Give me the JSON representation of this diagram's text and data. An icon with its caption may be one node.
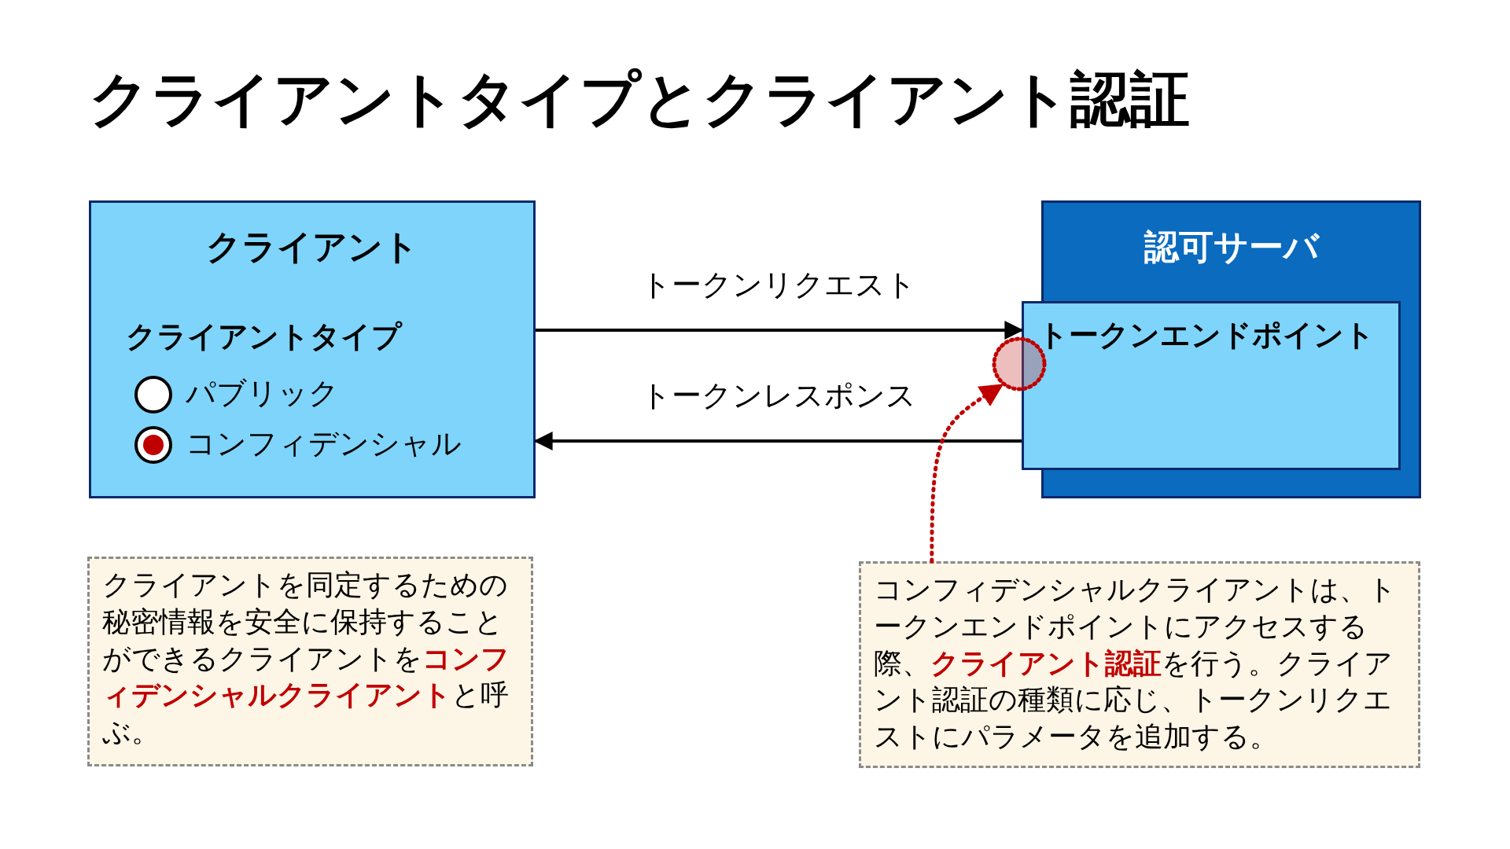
{
  "diagram": {
    "title": "クライアントタイプとクライアント認証",
    "nodes": [
      {
        "text": [
          "クライアント",
          "クライアントタイプ",
          "パブリック",
          "コンフィデンシャル"
        ]
      },
      {
        "text": [
          "認可サーバ"
        ]
      },
      {
        "text": [
          "トークンエンドポイント"
        ],
        "in": 1
      },
      {
        "text": [
          "クライアントを同定するための秘密情報を安全に保持することができるクライアントを**コンフィデンシャルクライアント**と呼ぶ。"
        ]
      },
      {
        "text": [
          "コンフィデンシャルクライアントは、トークンエンドポイントにアクセスする際、**クライアント認証**を行う。クライアント認証の種類に応じ、トークンリクエストにパラメータを追加する。"
        ]
      },
      {
        "text": [],
        "shape": "circle"
      }
    ],
    "edges": [
      {
        "from": 0,
        "to": 2,
        "arrow": "to",
        "label": "トークンリクエスト"
      },
      {
        "from": 2,
        "to": 0,
        "arrow": "to",
        "label": "トークンレスポンス"
      },
      {
        "from": 4,
        "to": 5,
        "arrow": "to",
        "style": "dashed",
        "color": "#c00000"
      }
    ]
  }
}
